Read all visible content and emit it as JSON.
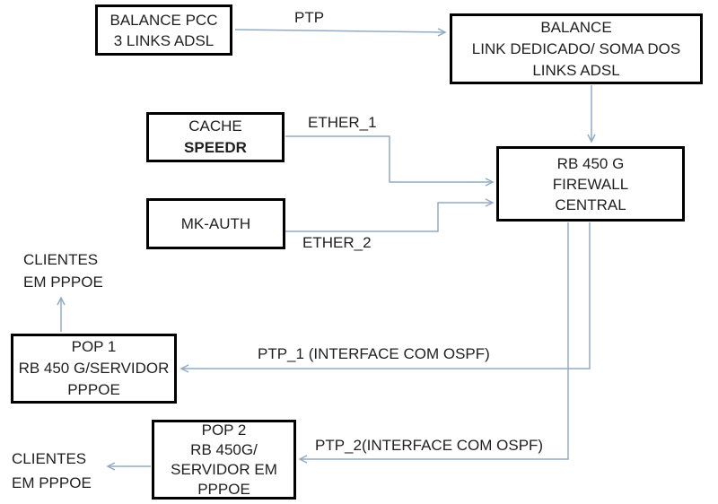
{
  "diagram": {
    "title": "Network topology diagram (MikroTik / PPPoE)",
    "nodes": {
      "balance_pcc": {
        "lines": [
          "BALANCE PCC",
          "3 LINKS ADSL"
        ]
      },
      "balance": {
        "lines": [
          "BALANCE",
          "LINK DEDICADO/ SOMA DOS",
          "LINKS ADSL"
        ]
      },
      "cache": {
        "lines": [
          "CACHE",
          "SPEEDR"
        ]
      },
      "mk_auth": {
        "lines": [
          "MK-AUTH"
        ]
      },
      "rb450": {
        "lines": [
          "RB 450 G",
          "FIREWALL",
          "CENTRAL"
        ]
      },
      "pop1": {
        "lines": [
          "POP 1",
          "RB 450 G/SERVIDOR",
          "PPPOE"
        ]
      },
      "pop2": {
        "lines": [
          "POP 2",
          "RB 450G/",
          "SERVIDOR EM",
          "PPPOE"
        ]
      }
    },
    "edge_labels": {
      "ptp": "PTP",
      "ether1": "ETHER_1",
      "ether2": "ETHER_2",
      "ptp1": "PTP_1 (INTERFACE COM OSPF)",
      "ptp2": "PTP_2(INTERFACE COM OSPF)"
    },
    "annotations": {
      "clientes_top": {
        "lines": [
          "CLIENTES",
          "EM PPPOE"
        ]
      },
      "clientes_bottom": {
        "lines": [
          "CLIENTES",
          "EM PPPOE"
        ]
      }
    },
    "colors": {
      "connector": "#92abc4",
      "box_border": "#000000",
      "text": "#1f1f1f",
      "background": "#ffffff"
    }
  }
}
